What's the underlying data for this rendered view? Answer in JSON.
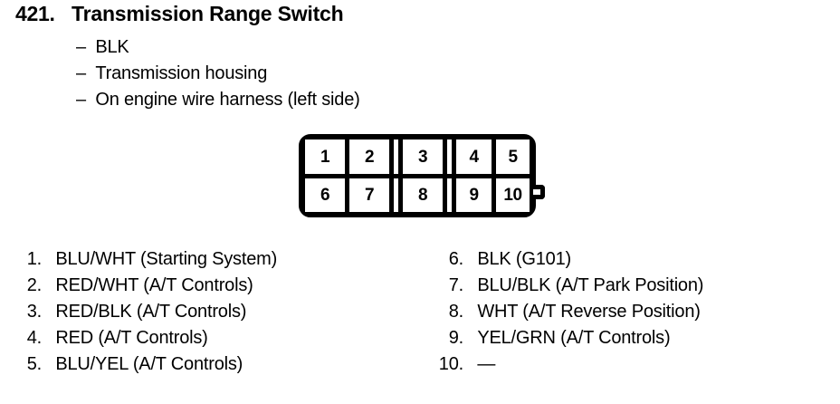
{
  "header": {
    "number": "421.",
    "title": "Transmission Range Switch",
    "specs": [
      {
        "dash": "–",
        "label": "BLK"
      },
      {
        "dash": "–",
        "label": "Transmission housing"
      },
      {
        "dash": "–",
        "label": "On engine wire harness (left side)"
      }
    ]
  },
  "connector": {
    "type": "10-pin-connector",
    "rows": 2,
    "columns": 5,
    "top_row": [
      "1",
      "2",
      "3",
      "4",
      "5"
    ],
    "bottom_row": [
      "6",
      "7",
      "8",
      "9",
      "10"
    ],
    "keying_tab": "right-side-bottom",
    "colors": {
      "outline": "#000000",
      "cavity": "#ffffff"
    }
  },
  "legend": {
    "left": [
      {
        "num": "1.",
        "text": "BLU/WHT (Starting System)"
      },
      {
        "num": "2.",
        "text": "RED/WHT (A/T Controls)"
      },
      {
        "num": "3.",
        "text": "RED/BLK (A/T Controls)"
      },
      {
        "num": "4.",
        "text": "RED (A/T Controls)"
      },
      {
        "num": "5.",
        "text": "BLU/YEL (A/T Controls)"
      }
    ],
    "right": [
      {
        "num": "6.",
        "text": "BLK (G101)"
      },
      {
        "num": "7.",
        "text": "BLU/BLK (A/T Park Position)"
      },
      {
        "num": "8.",
        "text": "WHT (A/T Reverse Position)"
      },
      {
        "num": "9.",
        "text": "YEL/GRN (A/T Controls)"
      },
      {
        "num": "10.",
        "text": "—"
      }
    ]
  }
}
